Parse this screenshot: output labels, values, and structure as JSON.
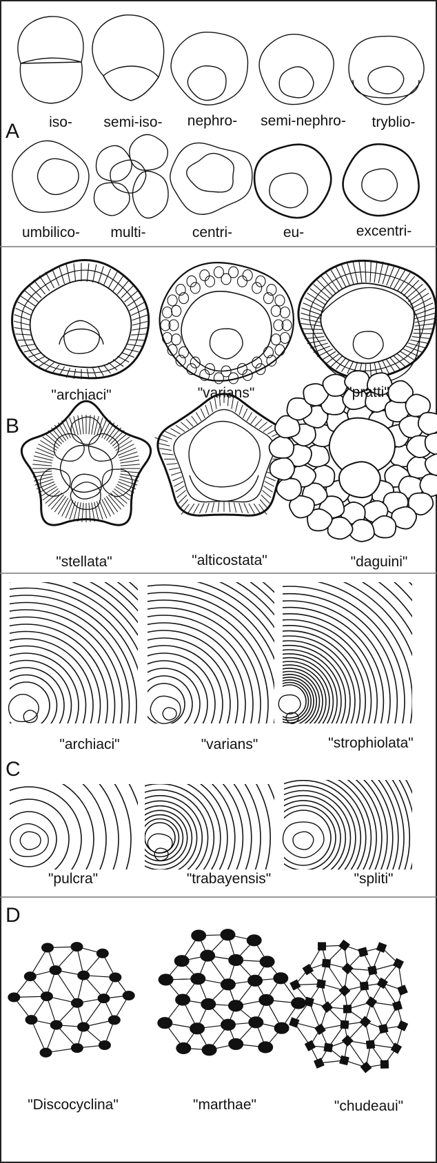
{
  "sections": [
    {
      "letter": "A",
      "labels": [
        "iso-",
        "semi-iso-",
        "nephro-",
        "semi-nephro-",
        "tryblio-",
        "umbilico-",
        "multi-",
        "centri-",
        "eu-",
        "excentri-"
      ]
    },
    {
      "letter": "B",
      "labels": [
        "\"archiaci\"",
        "\"varians\"",
        "\"pratti\"",
        "\"stellata\"",
        "\"alticostata\"",
        "\"daguini\""
      ]
    },
    {
      "letter": "C",
      "labels": [
        "\"archiaci\"",
        "\"varians\"",
        "\"strophiolata\"",
        "\"pulcra\"",
        "\"trabayensis\"",
        "\"spliti\""
      ]
    },
    {
      "letter": "D",
      "labels": [
        "\"Discocyclina\"",
        "\"marthae\"",
        "\"chudeaui\""
      ]
    }
  ]
}
